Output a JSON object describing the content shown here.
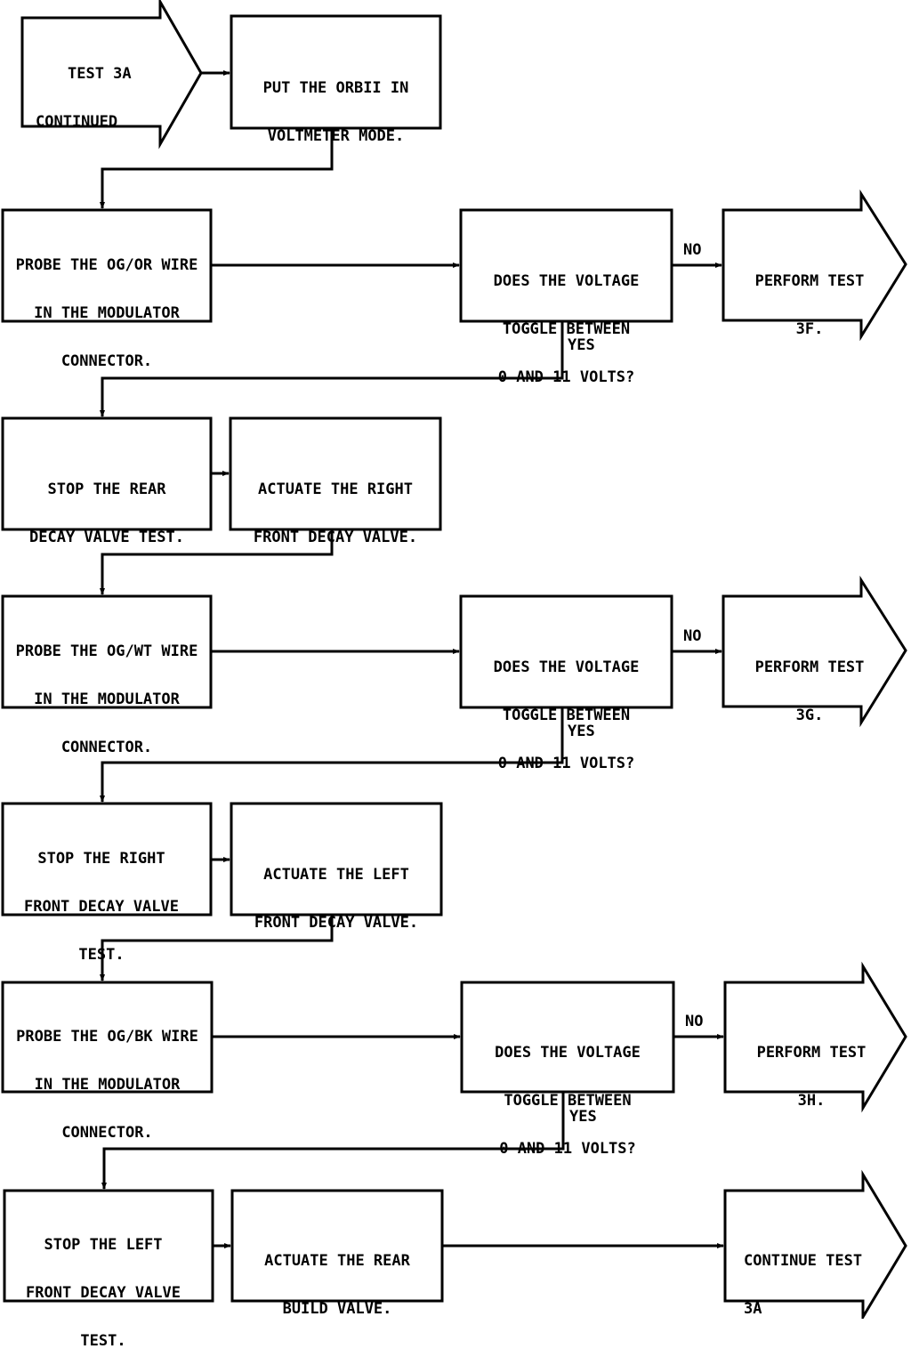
{
  "flowchart": {
    "start": {
      "line1": "TEST 3A",
      "line2": "CONTINUED"
    },
    "row1": {
      "action": {
        "line1": "PUT THE ORBII IN",
        "line2": "VOLTMETER MODE."
      }
    },
    "row2": {
      "probe": {
        "line1": "PROBE THE OG/OR WIRE",
        "line2": "IN THE MODULATOR",
        "line3": "CONNECTOR."
      },
      "decision": {
        "line1": "DOES THE VOLTAGE",
        "line2": "TOGGLE BETWEEN",
        "line3": "0 AND 11 VOLTS?"
      },
      "no_label": "NO",
      "yes_label": "YES",
      "result": {
        "line1": "PERFORM TEST",
        "line2": "3F."
      }
    },
    "row3": {
      "stop": {
        "line1": "STOP THE REAR",
        "line2": "DECAY VALVE TEST."
      },
      "actuate": {
        "line1": "ACTUATE THE RIGHT",
        "line2": "FRONT DECAY VALVE."
      }
    },
    "row4": {
      "probe": {
        "line1": "PROBE THE OG/WT WIRE",
        "line2": "IN THE MODULATOR",
        "line3": "CONNECTOR."
      },
      "decision": {
        "line1": "DOES THE VOLTAGE",
        "line2": "TOGGLE BETWEEN",
        "line3": "0 AND 11 VOLTS?"
      },
      "no_label": "NO",
      "yes_label": "YES",
      "result": {
        "line1": "PERFORM TEST",
        "line2": "3G."
      }
    },
    "row5": {
      "stop": {
        "line1": "STOP THE RIGHT",
        "line2": "FRONT DECAY VALVE",
        "line3": "TEST."
      },
      "actuate": {
        "line1": "ACTUATE THE LEFT",
        "line2": "FRONT DECAY VALVE."
      }
    },
    "row6": {
      "probe": {
        "line1": "PROBE THE OG/BK WIRE",
        "line2": "IN THE MODULATOR",
        "line3": "CONNECTOR."
      },
      "decision": {
        "line1": "DOES THE VOLTAGE",
        "line2": "TOGGLE BETWEEN",
        "line3": "0 AND 11 VOLTS?"
      },
      "no_label": "NO",
      "yes_label": "YES",
      "result": {
        "line1": "PERFORM TEST",
        "line2": "3H."
      }
    },
    "row7": {
      "stop": {
        "line1": "STOP THE LEFT",
        "line2": "FRONT DECAY VALVE",
        "line3": "TEST."
      },
      "actuate": {
        "line1": "ACTUATE THE REAR",
        "line2": "BUILD VALVE."
      },
      "end": {
        "line1": "CONTINUE TEST",
        "line2": "3A"
      }
    }
  }
}
